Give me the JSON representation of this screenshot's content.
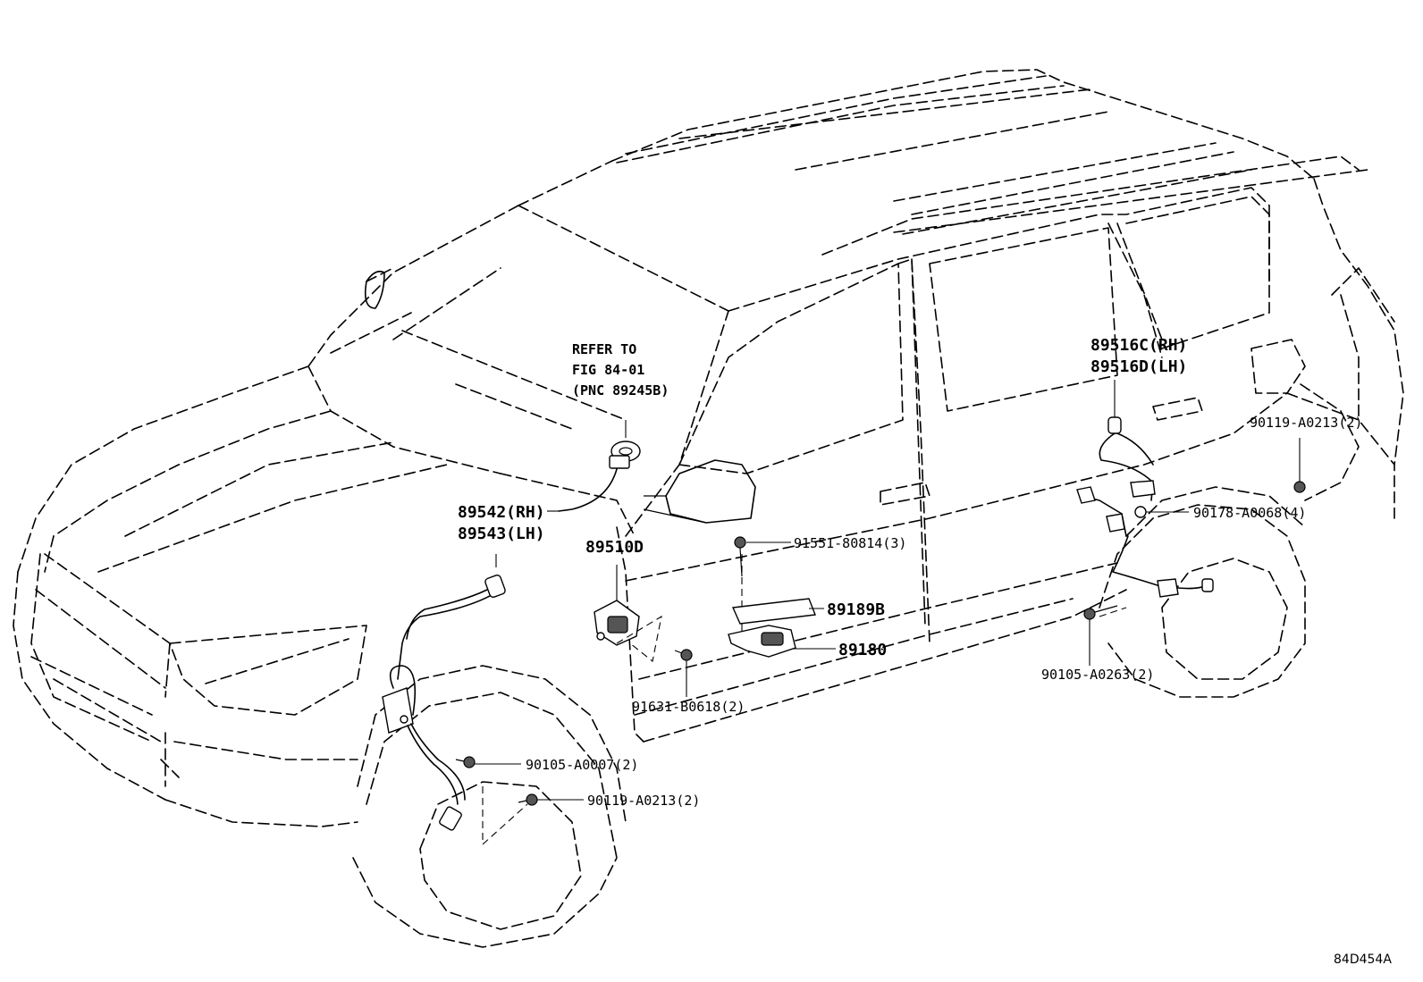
{
  "labels": {
    "refer_line1": "REFER TO",
    "refer_line2": "FIG 84-01",
    "refer_line3": "(PNC 89245B)",
    "p89542": "89542(RH)",
    "p89543": "89543(LH)",
    "p89510d": "89510D",
    "p91551": "91551-80814(3)",
    "p89189b": "89189B",
    "p89180": "89180",
    "p91631": "91631-B0618(2)",
    "p90105a0007": "90105-A0007(2)",
    "p90119a0213_front": "90119-A0213(2)",
    "p89516c": "89516C(RH)",
    "p89516d": "89516D(LH)",
    "p90119a0213_rear": "90119-A0213(2)",
    "p90178": "90178-A0068(4)",
    "p90105a0263": "90105-A0263(2)",
    "diagram_code": "84D454A"
  }
}
